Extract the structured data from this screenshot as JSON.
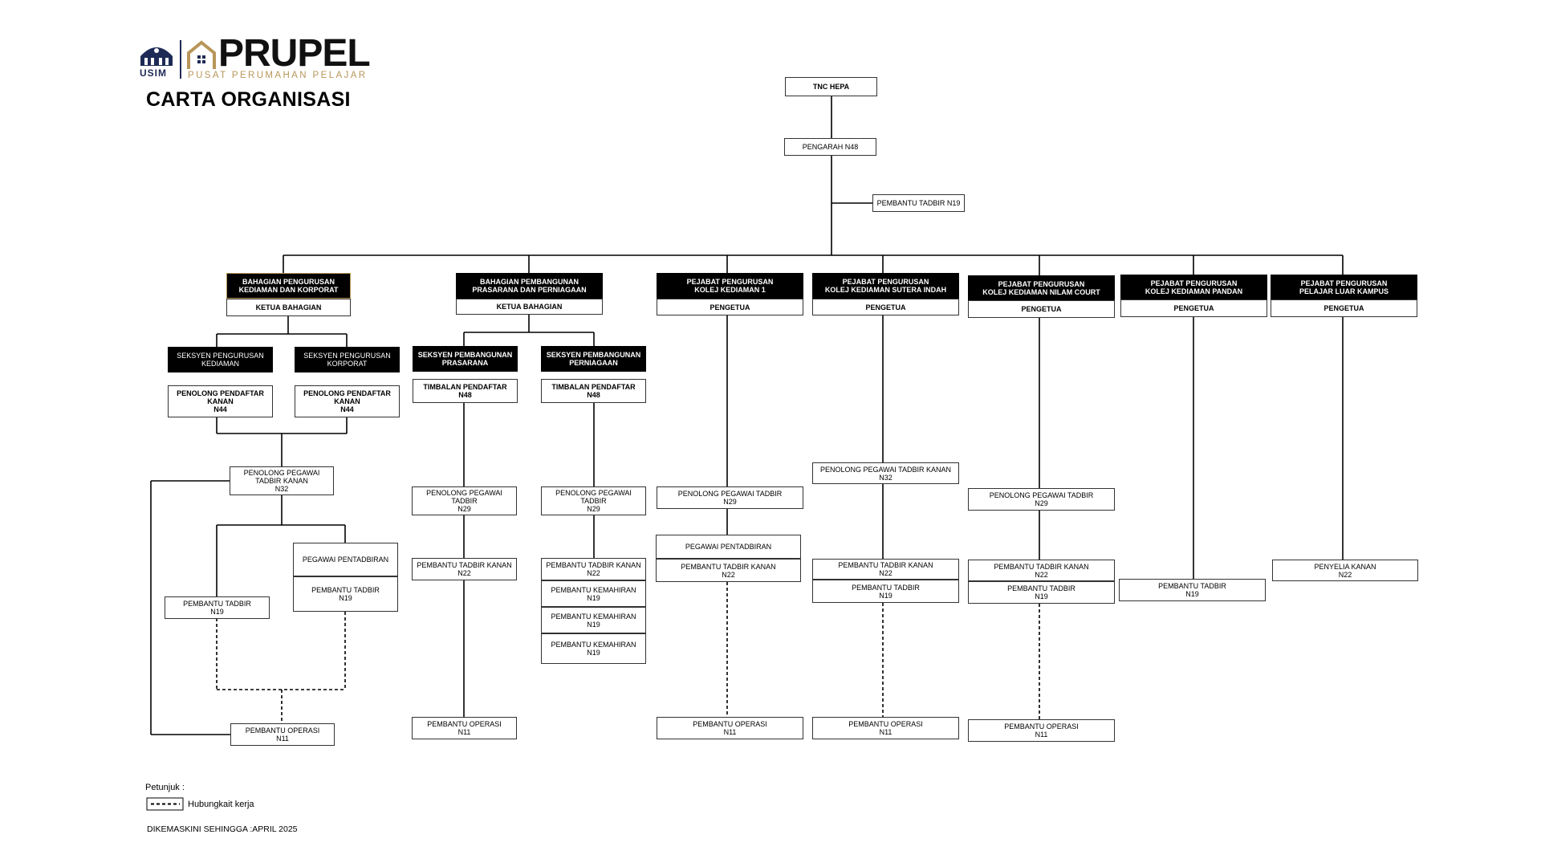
{
  "logo": {
    "usim": "USIM",
    "brand": "PRUPEL",
    "tagline": "PUSAT PERUMAHAN PELAJAR"
  },
  "title": "CARTA ORGANISASI",
  "nodes": {
    "tnc": "TNC HEPA",
    "pengarah": "PENGARAH N48",
    "pt_top": "PEMBANTU TADBIR N19",
    "c1_head": "BAHAGIAN PENGURUSAN\nKEDIAMAN DAN KORPORAT",
    "c1_sub": "KETUA BAHAGIAN",
    "c1_s1_head": "SEKSYEN PENGURUSAN\nKEDIAMAN",
    "c1_s1_sub": "PENOLONG PENDAFTAR\nKANAN\nN44",
    "c1_s2_head": "SEKSYEN PENGURUSAN\nKORPORAT",
    "c1_s2_sub": "PENOLONG PENDAFTAR\nKANAN\nN44",
    "c1_pptk": "PENOLONG PEGAWAI\nTADBIR KANAN\nN32",
    "c1_pt_left": "PEMBANTU TADBIR\nN19",
    "c1_pp": "PEGAWAI PENTADBIRAN",
    "c1_pt_right": "PEMBANTU TADBIR\nN19",
    "c1_po": "PEMBANTU OPERASI\nN11",
    "c2_head": "BAHAGIAN PEMBANGUNAN\nPRASARANA DAN PERNIAGAAN",
    "c2_sub": "KETUA BAHAGIAN",
    "c2_s1_head": "SEKSYEN PEMBANGUNAN\nPRASARANA",
    "c2_s1_sub": "TIMBALAN PENDAFTAR\nN48",
    "c2_s2_head": "SEKSYEN PEMBANGUNAN\nPERNIAGAAN",
    "c2_s2_sub": "TIMBALAN PENDAFTAR\nN48",
    "c2_l_ppt": "PENOLONG PEGAWAI\nTADBIR\nN29",
    "c2_l_ptk": "PEMBANTU TADBIR KANAN\nN22",
    "c2_l_po": "PEMBANTU OPERASI\nN11",
    "c2_r_ppt": "PENOLONG PEGAWAI\nTADBIR\nN29",
    "c2_r_ptk": "PEMBANTU TADBIR KANAN\nN22",
    "c2_r_pk1": "PEMBANTU KEMAHIRAN\nN19",
    "c2_r_pk2": "PEMBANTU KEMAHIRAN\nN19",
    "c2_r_pk3": "PEMBANTU KEMAHIRAN\nN19",
    "c3_head": "PEJABAT PENGURUSAN\nKOLEJ KEDIAMAN 1",
    "c3_sub": "PENGETUA",
    "c3_ppt": "PENOLONG PEGAWAI TADBIR\nN29",
    "c3_pp": "PEGAWAI PENTADBIRAN",
    "c3_ptk": "PEMBANTU TADBIR KANAN\nN22",
    "c3_po": "PEMBANTU OPERASI\nN11",
    "c4_head": "PEJABAT PENGURUSAN\nKOLEJ KEDIAMAN SUTERA INDAH",
    "c4_sub": "PENGETUA",
    "c4_pptk": "PENOLONG PEGAWAI TADBIR KANAN\nN32",
    "c4_ptk": "PEMBANTU TADBIR KANAN\nN22",
    "c4_pt": "PEMBANTU TADBIR\nN19",
    "c4_po": "PEMBANTU OPERASI\nN11",
    "c5_head": "PEJABAT PENGURUSAN\nKOLEJ KEDIAMAN NILAM COURT",
    "c5_sub": "PENGETUA",
    "c5_ppt": "PENOLONG PEGAWAI TADBIR\nN29",
    "c5_ptk": "PEMBANTU TADBIR KANAN\nN22",
    "c5_pt": "PEMBANTU TADBIR\nN19",
    "c5_po": "PEMBANTU OPERASI\nN11",
    "c6_head": "PEJABAT PENGURUSAN\nKOLEJ KEDIAMAN PANDAN",
    "c6_sub": "PENGETUA",
    "c6_pt": "PEMBANTU TADBIR\nN19",
    "c7_head": "PEJABAT PENGURUSAN\nPELAJAR LUAR KAMPUS",
    "c7_sub": "PENGETUA",
    "c7_pk": "PENYELIA KANAN\nN22"
  },
  "legend": {
    "title": "Petunjuk :",
    "dashed_label": "Hubungkait kerja"
  },
  "updated": "DIKEMASKINI SEHINGGA :APRIL 2025",
  "colors": {
    "header_bg": "#000000",
    "logo_gold": "#b8965a",
    "logo_navy": "#1e2a55"
  }
}
